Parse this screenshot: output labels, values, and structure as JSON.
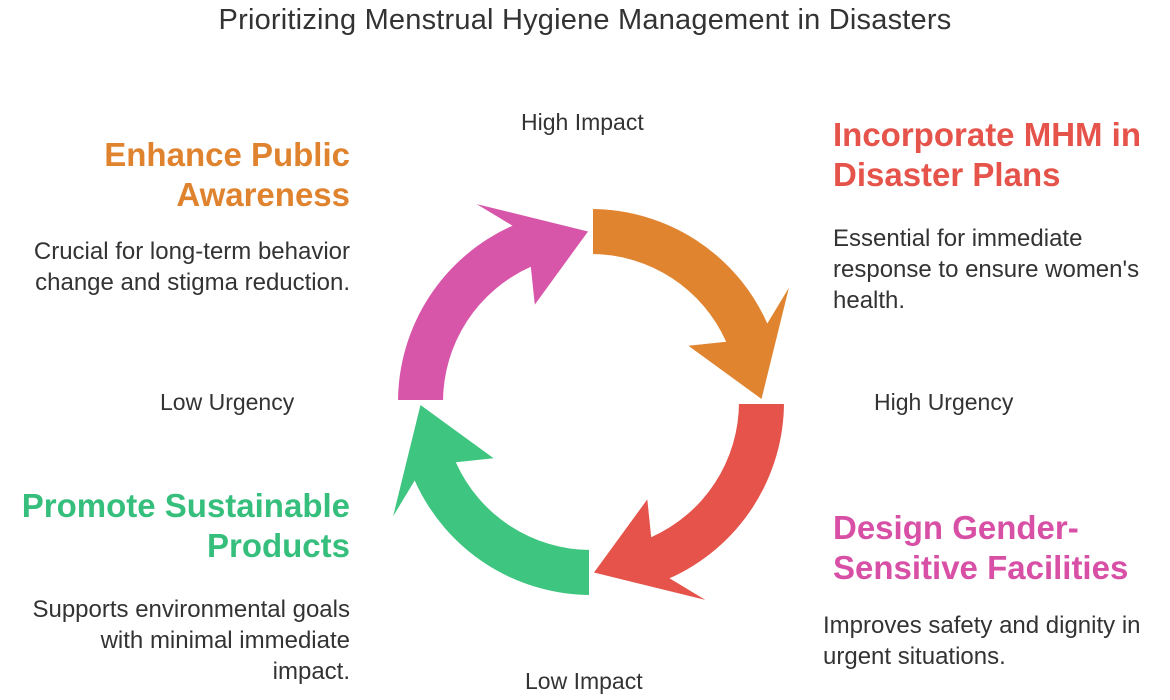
{
  "title": "Prioritizing Menstrual Hygiene Management in Disasters",
  "axes": {
    "top": "High Impact",
    "bottom": "Low Impact",
    "left": "Low Urgency",
    "right": "High Urgency"
  },
  "quadrants": {
    "top_left": {
      "heading": "Enhance Public Awareness",
      "heading_line1": "Enhance Public",
      "heading_line2": "Awareness",
      "text_line1": "Crucial for long-term behavior",
      "text_line2": "change and stigma reduction.",
      "color": "#e0832f"
    },
    "top_right": {
      "heading": "Incorporate MHM in Disaster Plans",
      "heading_line1": "Incorporate MHM in",
      "heading_line2": "Disaster Plans",
      "text_line1": "Essential for immediate",
      "text_line2": "response to ensure women's",
      "text_line3": "health.",
      "color": "#e5534b"
    },
    "bottom_left": {
      "heading": "Promote Sustainable Products",
      "heading_line1": "Promote Sustainable",
      "heading_line2": "Products",
      "text_line1": "Supports environmental goals",
      "text_line2": "with minimal immediate",
      "text_line3": "impact.",
      "color": "#36bf7c"
    },
    "bottom_right": {
      "heading": "Design Gender-Sensitive Facilities",
      "heading_line1": "Design Gender-",
      "heading_line2": "Sensitive Facilities",
      "text_line1": "Improves safety and dignity in",
      "text_line2": "urgent situations.",
      "color": "#d84fa6"
    }
  },
  "cycle_colors": {
    "top_left_segment": "#d756a9",
    "top_right_segment": "#e08430",
    "bottom_right_segment": "#e5534b",
    "bottom_left_segment": "#3ec57f"
  }
}
